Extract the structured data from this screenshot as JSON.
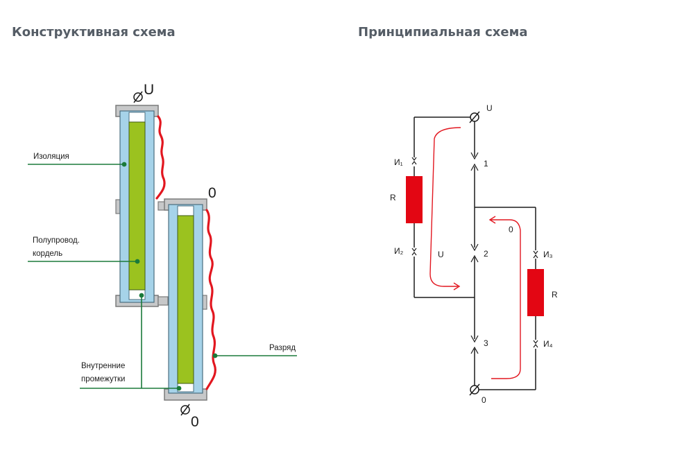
{
  "headings": {
    "constructive": "Конструктивная схема",
    "principal": "Принципиальная схема"
  },
  "constructive": {
    "labels": {
      "insulation": "Изоляция",
      "cord_line1": "Полупровод.",
      "cord_line2": "кордель",
      "gaps_line1": "Внутренние",
      "gaps_line2": "промежутки",
      "discharge": "Разряд"
    },
    "terminals": {
      "top": "U",
      "middle": "0",
      "bottom": "0"
    }
  },
  "principal": {
    "terminals": {
      "top": "U",
      "bottom": "0"
    },
    "gap_numbers": [
      "1",
      "2",
      "3"
    ],
    "resistor_label": "R",
    "gap_marks": [
      "И₁",
      "И₂",
      "И₃",
      "И₄"
    ],
    "current_labels": {
      "u": "U",
      "zero": "0"
    }
  },
  "colors": {
    "insulation": "#a6d3e9",
    "cord": "#9bc21f",
    "flange": "#c7c8c9",
    "discharge": "#e2161f",
    "leader": "#1a7a3a",
    "resistor": "#e30613",
    "heading": "#555d66"
  }
}
